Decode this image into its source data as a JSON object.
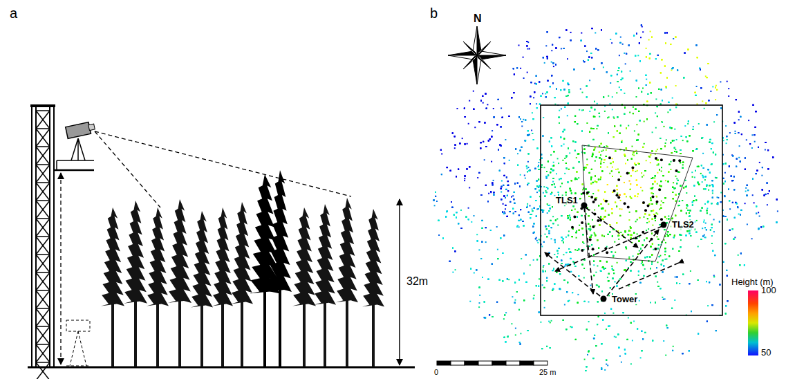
{
  "diagram": {
    "labels": [
      "a",
      "b",
      "32m",
      "N",
      "TLS1",
      "TLS2",
      "Tower",
      "Height (m)",
      "100",
      "50",
      "0",
      "25 m"
    ]
  }
}
